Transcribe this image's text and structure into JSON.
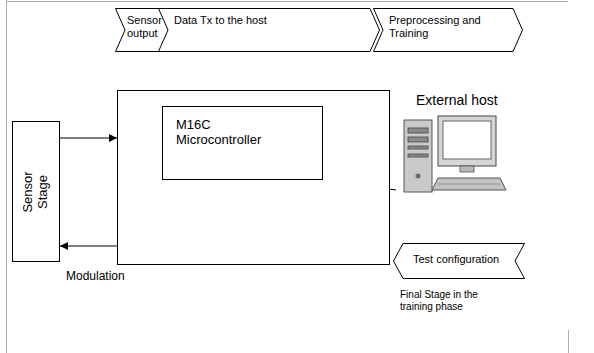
{
  "diagram": {
    "nodes": [
      {
        "text": [
          "Sensor output"
        ]
      },
      {
        "text": [
          "Data Tx to the host"
        ]
      },
      {
        "text": [
          "Preprocessing and Training"
        ]
      },
      {
        "text": [
          "Sensor Stage"
        ]
      },
      {
        "text": []
      },
      {
        "text": [
          "M16C Microcontroller"
        ],
        "in": 4
      },
      {
        "text": [
          "External host"
        ]
      },
      {
        "text": [
          "Test configuration"
        ]
      }
    ],
    "edges": [
      {
        "from": 3,
        "to": 4,
        "arrow": "to"
      },
      {
        "from": 4,
        "to": 3,
        "arrow": "to"
      },
      {
        "from": 5,
        "to": 6,
        "arrow": "none"
      }
    ],
    "labels": [
      "Modulation",
      "Final Stage in the training phase"
    ]
  }
}
